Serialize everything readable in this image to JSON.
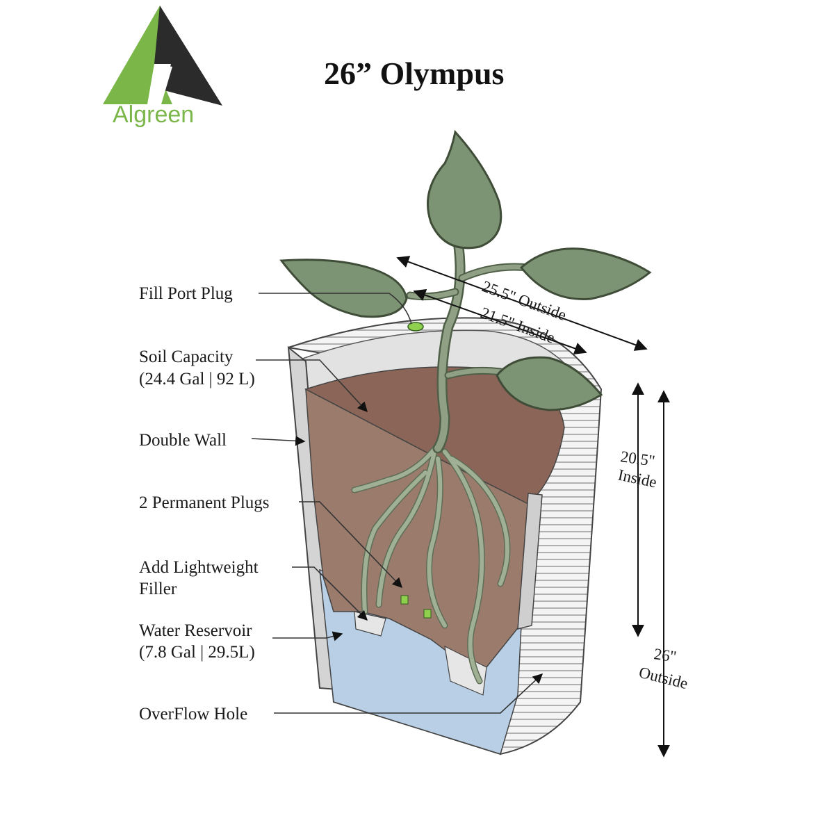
{
  "logo": {
    "name": "Algreen",
    "icon": "algreen-triangle-logo"
  },
  "title": "26” Olympus",
  "labels": {
    "fill_port_plug": "Fill Port Plug",
    "soil_capacity": "Soil Capacity",
    "soil_capacity_value": "(24.4 Gal | 92 L)",
    "double_wall": "Double Wall",
    "permanent_plugs": "2 Permanent Plugs",
    "add_filler_line1": "Add Lightweight",
    "add_filler_line2": "Filler",
    "water_reservoir": "Water Reservoir",
    "water_reservoir_value": "(7.8 Gal | 29.5L)",
    "overflow_hole": "OverFlow Hole"
  },
  "dimensions": {
    "outside_width": "25.5\" Outside",
    "inside_width": "21.5\" Inside",
    "inside_height_value": "20.5\"",
    "inside_height_label": "Inside",
    "outside_height_value": "26\"",
    "outside_height_label": "Outside"
  },
  "colors": {
    "logo_green": "#7ab648",
    "logo_dark": "#2b2b2b",
    "soil": "#9b7b6c",
    "soil_top": "#8a6558",
    "water": "#b8cfe6",
    "wall_gray": "#c7c7c7",
    "leaf": "#7d9474",
    "root": "#8fa085"
  }
}
